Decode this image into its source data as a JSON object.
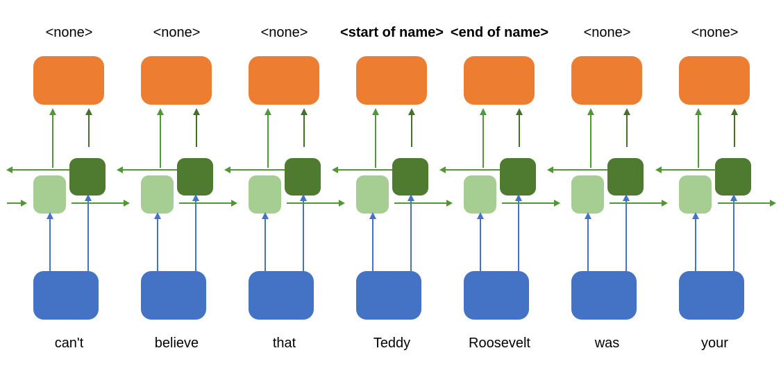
{
  "diagram": {
    "type": "bidirectional-rnn-ner",
    "colors": {
      "orange_box": "#ED7D31",
      "input_box": "#4472C4",
      "cell_forward": "#A6CE93",
      "cell_backward": "#4E7B2F",
      "arrow_green": "#4F9A30",
      "arrow_green_dark": "#44702A",
      "arrow_blue": "#4472C4"
    },
    "columns": [
      {
        "top_label": "<none>",
        "emphasis": "normal",
        "word": "can't"
      },
      {
        "top_label": "<none>",
        "emphasis": "normal",
        "word": "believe"
      },
      {
        "top_label": "<none>",
        "emphasis": "normal",
        "word": "that"
      },
      {
        "top_label": "<start of name>",
        "emphasis": "bold",
        "word": "Teddy"
      },
      {
        "top_label": "<end of name>",
        "emphasis": "bold",
        "word": "Roosevelt"
      },
      {
        "top_label": "<none>",
        "emphasis": "normal",
        "word": "was"
      },
      {
        "top_label": "<none>",
        "emphasis": "normal",
        "word": "your"
      }
    ]
  }
}
